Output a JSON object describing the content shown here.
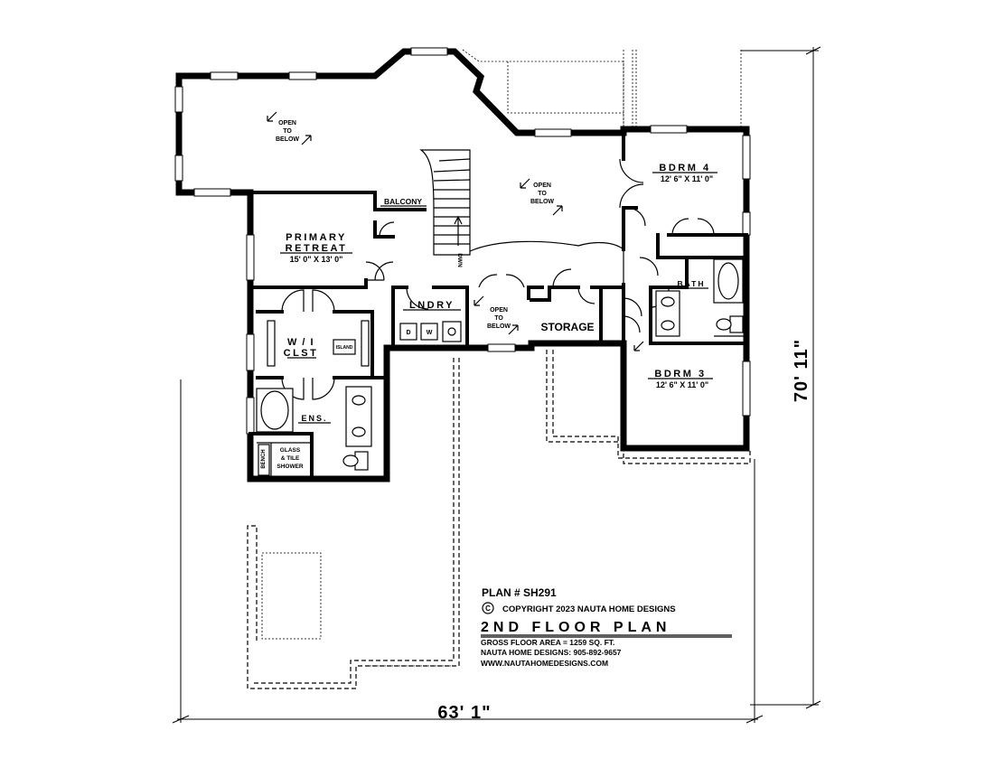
{
  "rooms": {
    "open_below_1": [
      "OPEN",
      "TO",
      "BELOW"
    ],
    "open_below_2": [
      "OPEN",
      "TO",
      "BELOW"
    ],
    "open_below_3": [
      "OPEN",
      "TO",
      "BELOW"
    ],
    "balcony": "BALCONY",
    "primary_retreat": {
      "name_1": "PRIMARY",
      "name_2": "RETREAT",
      "size": "15' 0\" X 13' 0\""
    },
    "dwn": "DWN",
    "bdrm4": {
      "name": "BDRM 4",
      "size": "12' 6\" X 11' 0\""
    },
    "bdrm3": {
      "name": "BDRM 3",
      "size": "12' 6\" X 11' 0\""
    },
    "bath": "BATH",
    "lndry": "LNDRY",
    "laundry_d": "D",
    "laundry_w": "W",
    "storage": "STORAGE",
    "wi_closet": {
      "line_1": "W / I",
      "line_2": "CLST"
    },
    "island": "ISLAND",
    "ens": "ENS.",
    "bench": "BENCH",
    "shower": [
      "GLASS",
      "& TILE",
      "SHOWER"
    ]
  },
  "dimensions": {
    "width": "63' 1\"",
    "depth": "70' 11\""
  },
  "title_block": {
    "plan_number": "PLAN # SH291",
    "copyright_symbol": "C",
    "copyright": "COPYRIGHT 2023 NAUTA HOME DESIGNS",
    "title": "2ND FLOOR PLAN",
    "gross_area": "GROSS  FLOOR AREA  =   1259  SQ. FT.",
    "contact": "NAUTA HOME DESIGNS:  905-892-9657",
    "website": "WWW.NAUTAHOMEDESIGNS.COM"
  }
}
